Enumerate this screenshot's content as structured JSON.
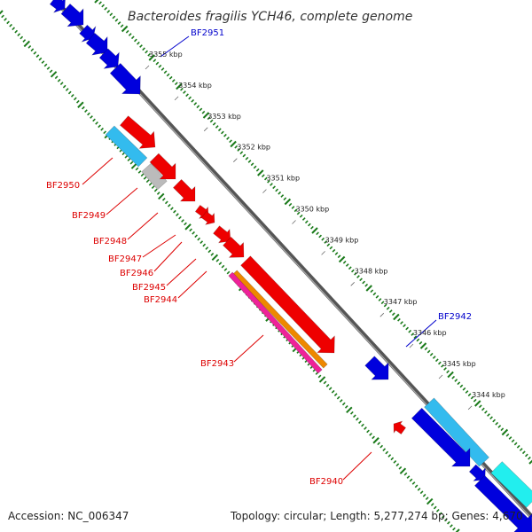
{
  "title": "Bacteroides fragilis YCH46, complete genome",
  "footer": {
    "accession": "Accession: NC_006347",
    "topology": "Topology: circular; Length: 5,277,274 bp; Genes: 4,670"
  },
  "colors": {
    "background": "#ffffff",
    "backbone": "#7a7a7a",
    "tick_green": "#1a7a1a",
    "label_red": "#dd0000",
    "label_blue": "#0000cc",
    "feature_blue": "#0000dd",
    "feature_red": "#ee0000",
    "feature_cyan": "#33bbee",
    "feature_grey": "#bbbbbb",
    "feature_orange": "#ee8800",
    "feature_pink": "#ee2299",
    "feature_aqua": "#22eeee"
  },
  "kbp_labels": [
    "3355 kbp",
    "3354 kbp",
    "3353 kbp",
    "3352 kbp",
    "3351 kbp",
    "3350 kbp",
    "3349 kbp",
    "3348 kbp",
    "3347 kbp",
    "3346 kbp",
    "3345 kbp",
    "3344 kbp"
  ],
  "gene_labels": [
    {
      "key": "bf2951",
      "text": "BF2951",
      "color": "blue"
    },
    {
      "key": "bf2950",
      "text": "BF2950",
      "color": "red"
    },
    {
      "key": "bf2949",
      "text": "BF2949",
      "color": "red"
    },
    {
      "key": "bf2948",
      "text": "BF2948",
      "color": "red"
    },
    {
      "key": "bf2947",
      "text": "BF2947",
      "color": "red"
    },
    {
      "key": "bf2946",
      "text": "BF2946",
      "color": "red"
    },
    {
      "key": "bf2945",
      "text": "BF2945",
      "color": "red"
    },
    {
      "key": "bf2944",
      "text": "BF2944",
      "color": "red"
    },
    {
      "key": "bf2943",
      "text": "BF2943",
      "color": "red"
    },
    {
      "key": "bf2942",
      "text": "BF2942",
      "color": "blue"
    },
    {
      "key": "bf2940",
      "text": "BF2940",
      "color": "red"
    }
  ]
}
